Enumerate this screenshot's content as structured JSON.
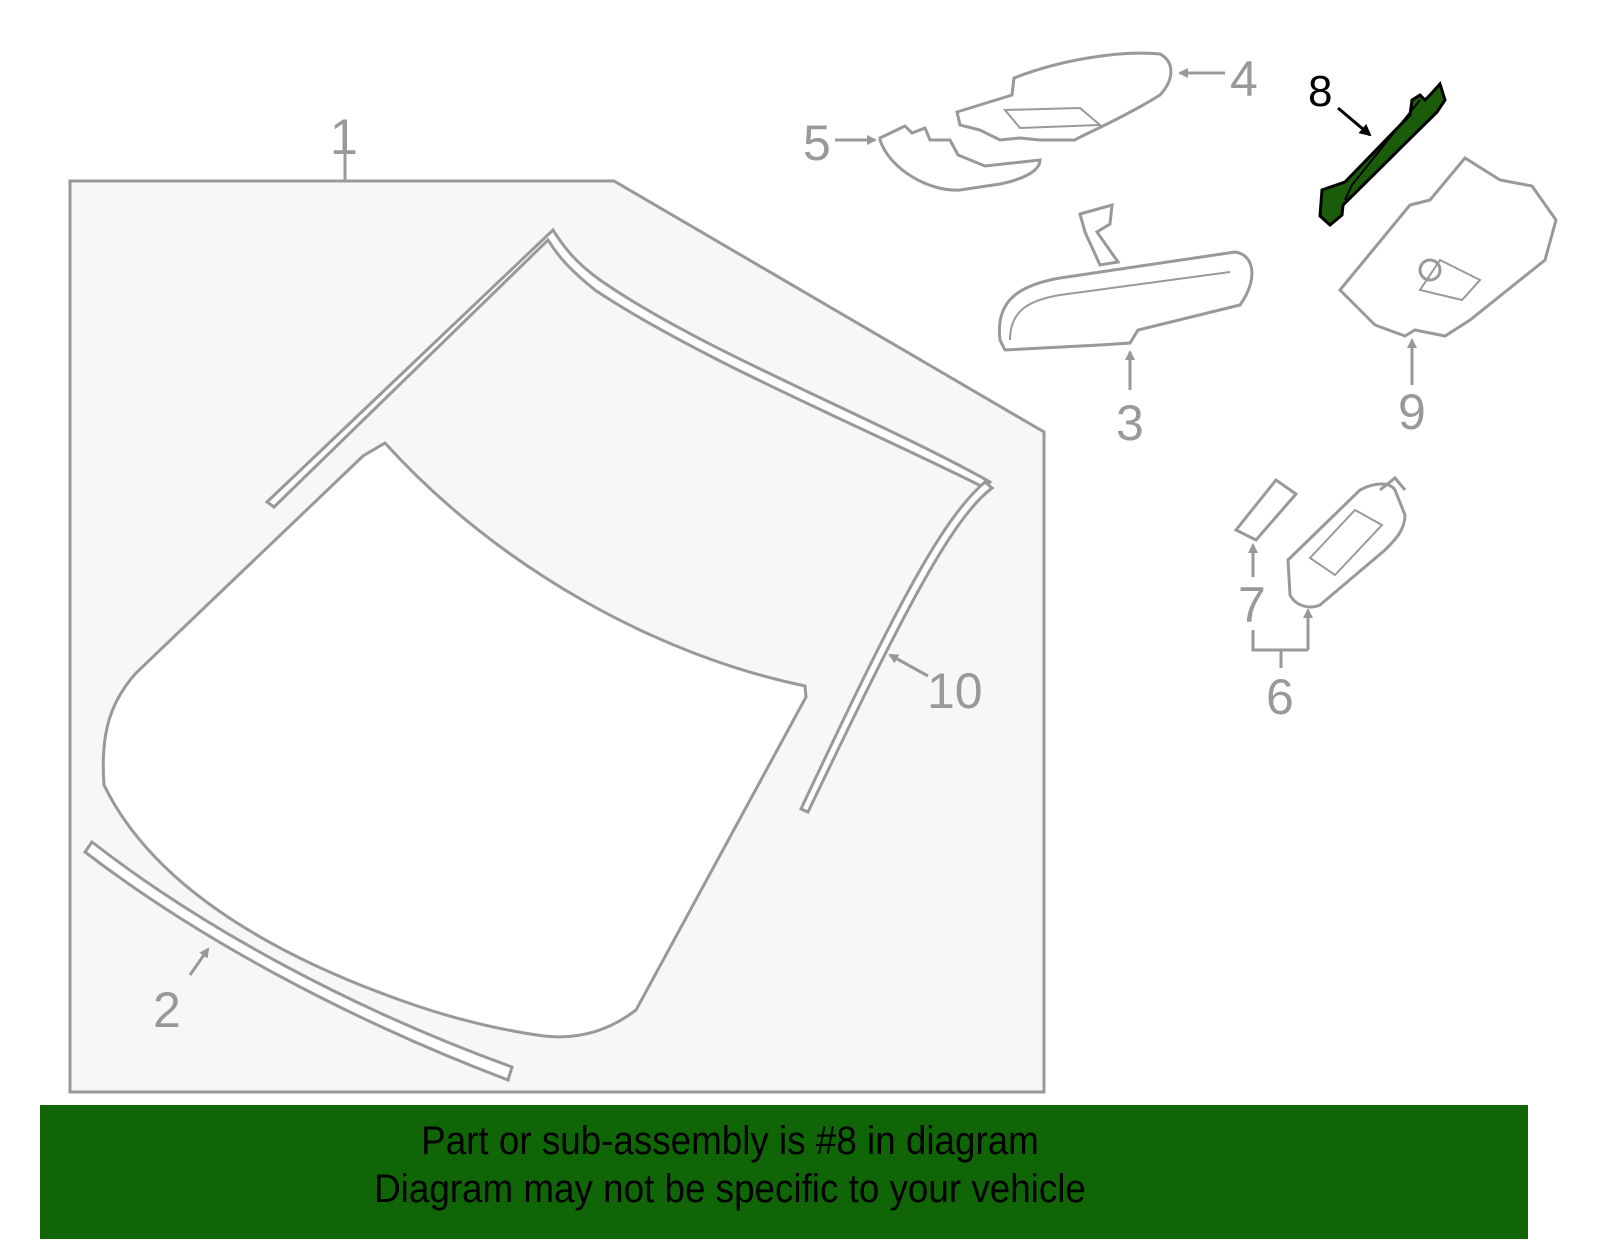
{
  "diagram": {
    "title": "Windshield / Rear View Mirror parts diagram",
    "highlighted_part": "8",
    "colors": {
      "line": "#999999",
      "panel_fill": "#f7f7f7",
      "highlight_fill": "#1a5c0a",
      "highlight_stroke": "#000000",
      "banner": "#106606"
    },
    "callouts": [
      {
        "id": "1",
        "label": "1",
        "part": "Windshield assembly"
      },
      {
        "id": "2",
        "label": "2",
        "part": "Lower moulding"
      },
      {
        "id": "3",
        "label": "3",
        "part": "Rear view mirror"
      },
      {
        "id": "4",
        "label": "4",
        "part": "Mirror cover upper"
      },
      {
        "id": "5",
        "label": "5",
        "part": "Mirror cover lower"
      },
      {
        "id": "6",
        "label": "6",
        "part": "Sensor assembly"
      },
      {
        "id": "7",
        "label": "7",
        "part": "Pad"
      },
      {
        "id": "8",
        "label": "8",
        "part": "Bracket (highlighted)"
      },
      {
        "id": "9",
        "label": "9",
        "part": "Mount bracket"
      },
      {
        "id": "10",
        "label": "10",
        "part": "Side moulding"
      }
    ]
  },
  "banner": {
    "line1": "Part or sub-assembly is #8 in diagram",
    "line2": "Diagram may not be specific to your vehicle"
  }
}
